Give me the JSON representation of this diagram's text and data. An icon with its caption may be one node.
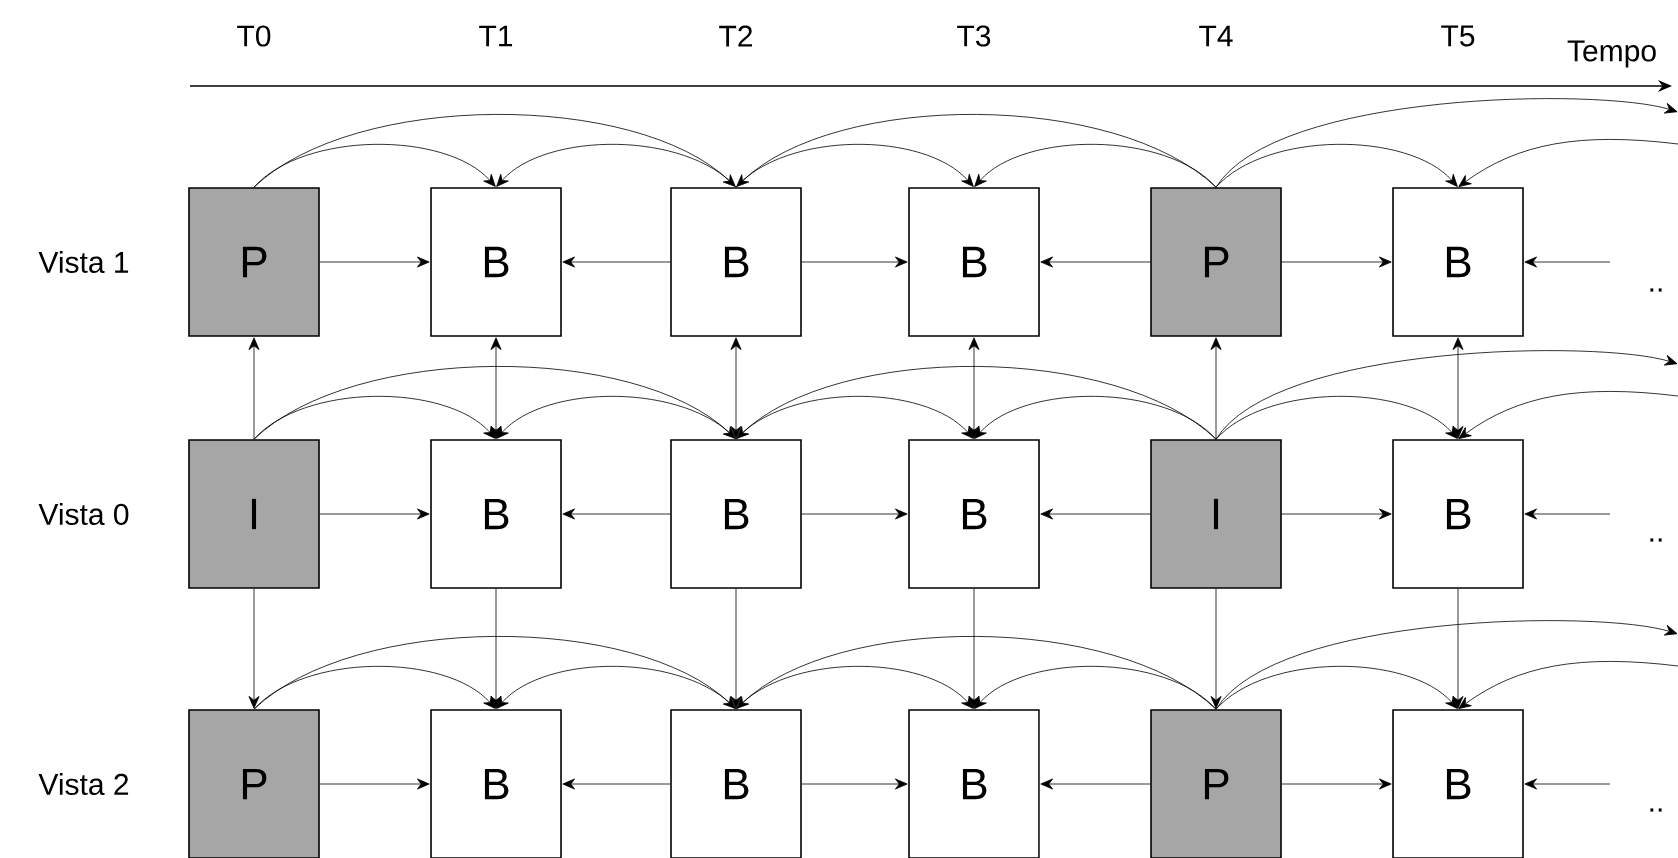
{
  "diagram": {
    "nodes": [
      {
        "text": [
          "P"
        ]
      },
      {
        "text": [
          "B"
        ]
      },
      {
        "text": [
          "B"
        ]
      },
      {
        "text": [
          "B"
        ]
      },
      {
        "text": [
          "P"
        ]
      },
      {
        "text": [
          "B"
        ]
      },
      {
        "text": [
          "I"
        ]
      },
      {
        "text": [
          "B"
        ]
      },
      {
        "text": [
          "B"
        ]
      },
      {
        "text": [
          "B"
        ]
      },
      {
        "text": [
          "I"
        ]
      },
      {
        "text": [
          "B"
        ]
      },
      {
        "text": [
          "P"
        ]
      },
      {
        "text": [
          "B"
        ]
      },
      {
        "text": [
          "B"
        ]
      },
      {
        "text": [
          "B"
        ]
      },
      {
        "text": [
          "P"
        ]
      },
      {
        "text": [
          "B"
        ]
      }
    ],
    "edges": [
      {
        "from": 0,
        "to": 1,
        "arrow": "to"
      },
      {
        "from": 2,
        "to": 1,
        "arrow": "to"
      },
      {
        "from": 2,
        "to": 3,
        "arrow": "to"
      },
      {
        "from": 4,
        "to": 3,
        "arrow": "to"
      },
      {
        "from": 4,
        "to": 5,
        "arrow": "to"
      },
      {
        "from": null,
        "to": 5,
        "arrow": "to"
      },
      {
        "from": 0,
        "to": 1,
        "arrow": "to"
      },
      {
        "from": 0,
        "to": 2,
        "arrow": "to"
      },
      {
        "from": 2,
        "to": 1,
        "arrow": "to"
      },
      {
        "from": 2,
        "to": 3,
        "arrow": "to"
      },
      {
        "from": 4,
        "to": 3,
        "arrow": "to"
      },
      {
        "from": 4,
        "to": 2,
        "arrow": "to"
      },
      {
        "from": 4,
        "to": 5,
        "arrow": "to"
      },
      {
        "from": 4,
        "to": null,
        "arrow": "to"
      },
      {
        "from": null,
        "to": 5,
        "arrow": "to"
      },
      {
        "from": 6,
        "to": 7,
        "arrow": "to"
      },
      {
        "from": 8,
        "to": 7,
        "arrow": "to"
      },
      {
        "from": 8,
        "to": 9,
        "arrow": "to"
      },
      {
        "from": 10,
        "to": 9,
        "arrow": "to"
      },
      {
        "from": 10,
        "to": 11,
        "arrow": "to"
      },
      {
        "from": null,
        "to": 11,
        "arrow": "to"
      },
      {
        "from": 6,
        "to": 7,
        "arrow": "to"
      },
      {
        "from": 6,
        "to": 8,
        "arrow": "to"
      },
      {
        "from": 8,
        "to": 7,
        "arrow": "to"
      },
      {
        "from": 8,
        "to": 9,
        "arrow": "to"
      },
      {
        "from": 10,
        "to": 9,
        "arrow": "to"
      },
      {
        "from": 10,
        "to": 8,
        "arrow": "to"
      },
      {
        "from": 10,
        "to": 11,
        "arrow": "to"
      },
      {
        "from": 10,
        "to": null,
        "arrow": "to"
      },
      {
        "from": null,
        "to": 11,
        "arrow": "to"
      },
      {
        "from": 12,
        "to": 13,
        "arrow": "to"
      },
      {
        "from": 14,
        "to": 13,
        "arrow": "to"
      },
      {
        "from": 14,
        "to": 15,
        "arrow": "to"
      },
      {
        "from": 16,
        "to": 15,
        "arrow": "to"
      },
      {
        "from": 16,
        "to": 17,
        "arrow": "to"
      },
      {
        "from": null,
        "to": 17,
        "arrow": "to"
      },
      {
        "from": 12,
        "to": 13,
        "arrow": "to"
      },
      {
        "from": 12,
        "to": 14,
        "arrow": "to"
      },
      {
        "from": 14,
        "to": 13,
        "arrow": "to"
      },
      {
        "from": 14,
        "to": 15,
        "arrow": "to"
      },
      {
        "from": 16,
        "to": 15,
        "arrow": "to"
      },
      {
        "from": 16,
        "to": 14,
        "arrow": "to"
      },
      {
        "from": 16,
        "to": 17,
        "arrow": "to"
      },
      {
        "from": 16,
        "to": null,
        "arrow": "to"
      },
      {
        "from": null,
        "to": 17,
        "arrow": "to"
      },
      {
        "from": 6,
        "to": 0,
        "arrow": "to"
      },
      {
        "from": 7,
        "to": 1,
        "arrow": "both"
      },
      {
        "from": 8,
        "to": 2,
        "arrow": "both"
      },
      {
        "from": 9,
        "to": 3,
        "arrow": "both"
      },
      {
        "from": 10,
        "to": 4,
        "arrow": "to"
      },
      {
        "from": 11,
        "to": 5,
        "arrow": "both"
      },
      {
        "from": 6,
        "to": 12,
        "arrow": "to"
      },
      {
        "from": 7,
        "to": 13,
        "arrow": "to"
      },
      {
        "from": 8,
        "to": 14,
        "arrow": "to"
      },
      {
        "from": 9,
        "to": 15,
        "arrow": "to"
      },
      {
        "from": 10,
        "to": 16,
        "arrow": "to"
      },
      {
        "from": 11,
        "to": 17,
        "arrow": "to"
      }
    ],
    "labels": [
      "T0",
      "T1",
      "T2",
      "T3",
      "T4",
      "T5",
      "Tempo",
      "Vista 1",
      "..",
      "Vista 0",
      "..",
      "Vista 2",
      ".."
    ]
  }
}
